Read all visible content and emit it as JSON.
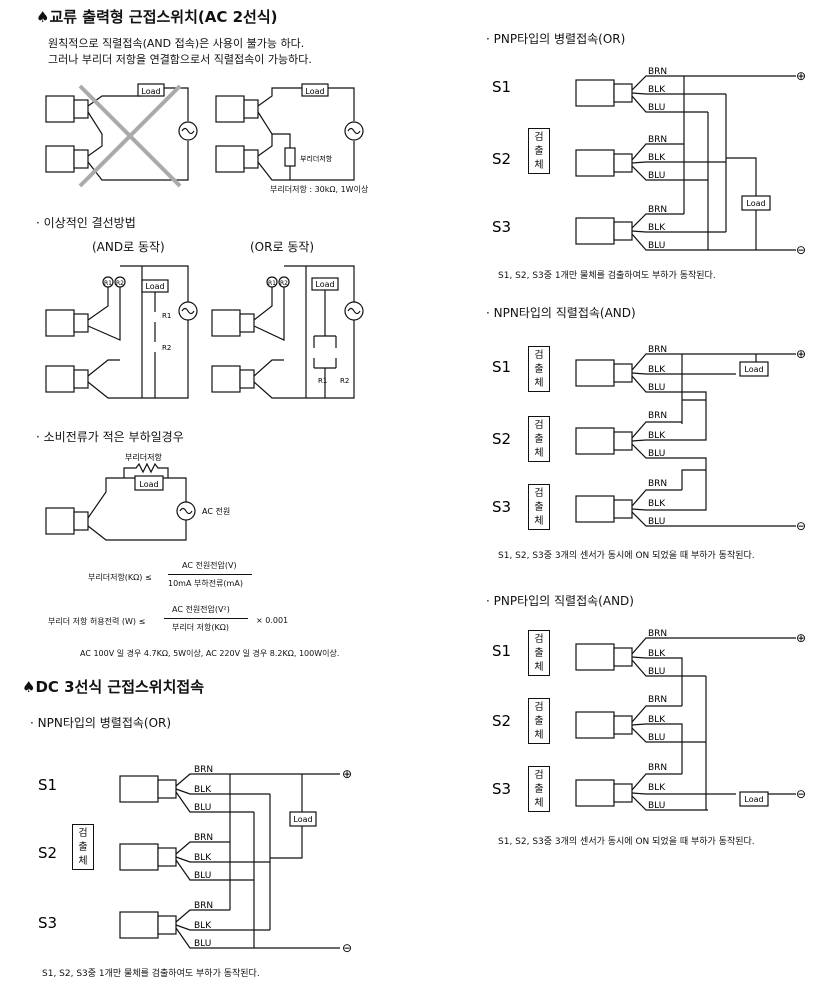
{
  "ac_section": {
    "title": "♠교류 출력형 근접스위치(AC 2선식)",
    "note_line1": "원칙적으로 직렬접속(AND 접속)은 사용이 불가능 하다.",
    "note_line2": "그러나 부리더 저항을 연결함으로서 직렬접속이 가능하다.",
    "load": "Load",
    "bleeder": "부리더저항",
    "bleeder_spec": "부리더저항 : 30kΩ, 1W이상",
    "ideal_title": "· 이상적인 결선방법",
    "and_label": "(AND로 동작)",
    "or_label": "(OR로 동작)",
    "r1": "R1",
    "r2": "R2",
    "low_title": "· 소비전류가 적은 부하일경우",
    "bleeder_top": "부리더저항",
    "ac_power": "AC 전원",
    "formula1_left": "부리더저항(KΩ) ≤",
    "formula1_num": "AC 전원전압(V)",
    "formula1_den": "10mA 부하전류(mA)",
    "formula2_left": "부리더 저항 허용전력 (W) ≤",
    "formula2_num": "AC 전원전압(V²)",
    "formula2_den": "부리더 저항(KΩ)",
    "formula2_tail": "× 0.001",
    "example": "AC 100V 일 경우 4.7KΩ, 5W이상, AC 220V 일 경우 8.2KΩ, 100W이상."
  },
  "dc_section": {
    "title": "♠DC 3선식 근접스위치접속",
    "npn_or_title": "· NPN타입의 병렬접속(OR)",
    "pnp_or_title": "· PNP타입의 병렬접속(OR)",
    "npn_and_title": "· NPN타입의 직렬접속(AND)",
    "pnp_and_title": "· PNP타입의 직렬접속(AND)",
    "s1": "S1",
    "s2": "S2",
    "s3": "S3",
    "brn": "BRN",
    "blk": "BLK",
    "blu": "BLU",
    "load": "Load",
    "object": [
      "검",
      "출",
      "체"
    ],
    "or_caption": "S1, S2, S3중 1개만 물체를 검출하여도 부하가 동작된다.",
    "and_caption": "S1, S2, S3중 3개의 센서가 동시에 ON 되었을 때 부하가 동작된다.",
    "plus": "⊕",
    "minus": "⊖"
  }
}
